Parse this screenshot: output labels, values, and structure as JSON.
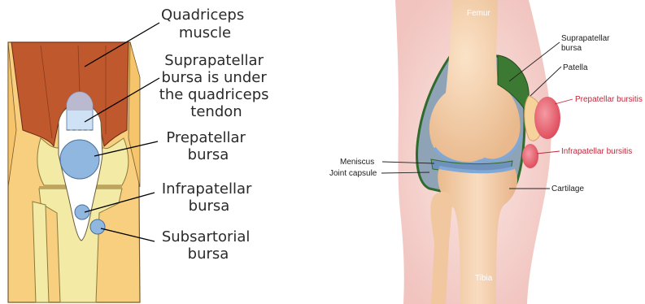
{
  "left_diagram": {
    "labels": {
      "quadriceps": [
        "Quadriceps",
        "muscle"
      ],
      "suprapatellar": [
        "Suprapatellar",
        "bursa is under",
        "the quadriceps",
        "tendon"
      ],
      "prepatellar": [
        "Prepatellar",
        "bursa"
      ],
      "infrapatellar": [
        "Infrapatellar",
        "bursa"
      ],
      "subsartorial": [
        "Subsartorial",
        "bursa"
      ]
    }
  },
  "right_diagram": {
    "bones": {
      "femur": "Femur",
      "tibia": "Tibia"
    },
    "labels": {
      "suprapatellar": [
        "Suprapatellar",
        "bursa"
      ],
      "patella": "Patella",
      "prepatellar_bursitis": "Prepatellar bursitis",
      "infrapatellar_bursitis": "Infrapatellar bursitis",
      "meniscus": "Meniscus",
      "joint_capsule": "Joint capsule",
      "cartilage": "Cartilage"
    }
  },
  "colors": {
    "muscle": "#c0582e",
    "leg_skin": "#f7cf7f",
    "bone_pale": "#f3eaa6",
    "bursa_blue": "#8fb7e0",
    "tendon_white": "#ffffff",
    "bone_right": "#f2c9a2",
    "skin_right": "#f6d6d2",
    "capsule_green": "#2f6b2c",
    "cartilage_blue": "#7fa8d6",
    "bursitis_red": "#ec6c79",
    "label_red": "#c0283a"
  }
}
